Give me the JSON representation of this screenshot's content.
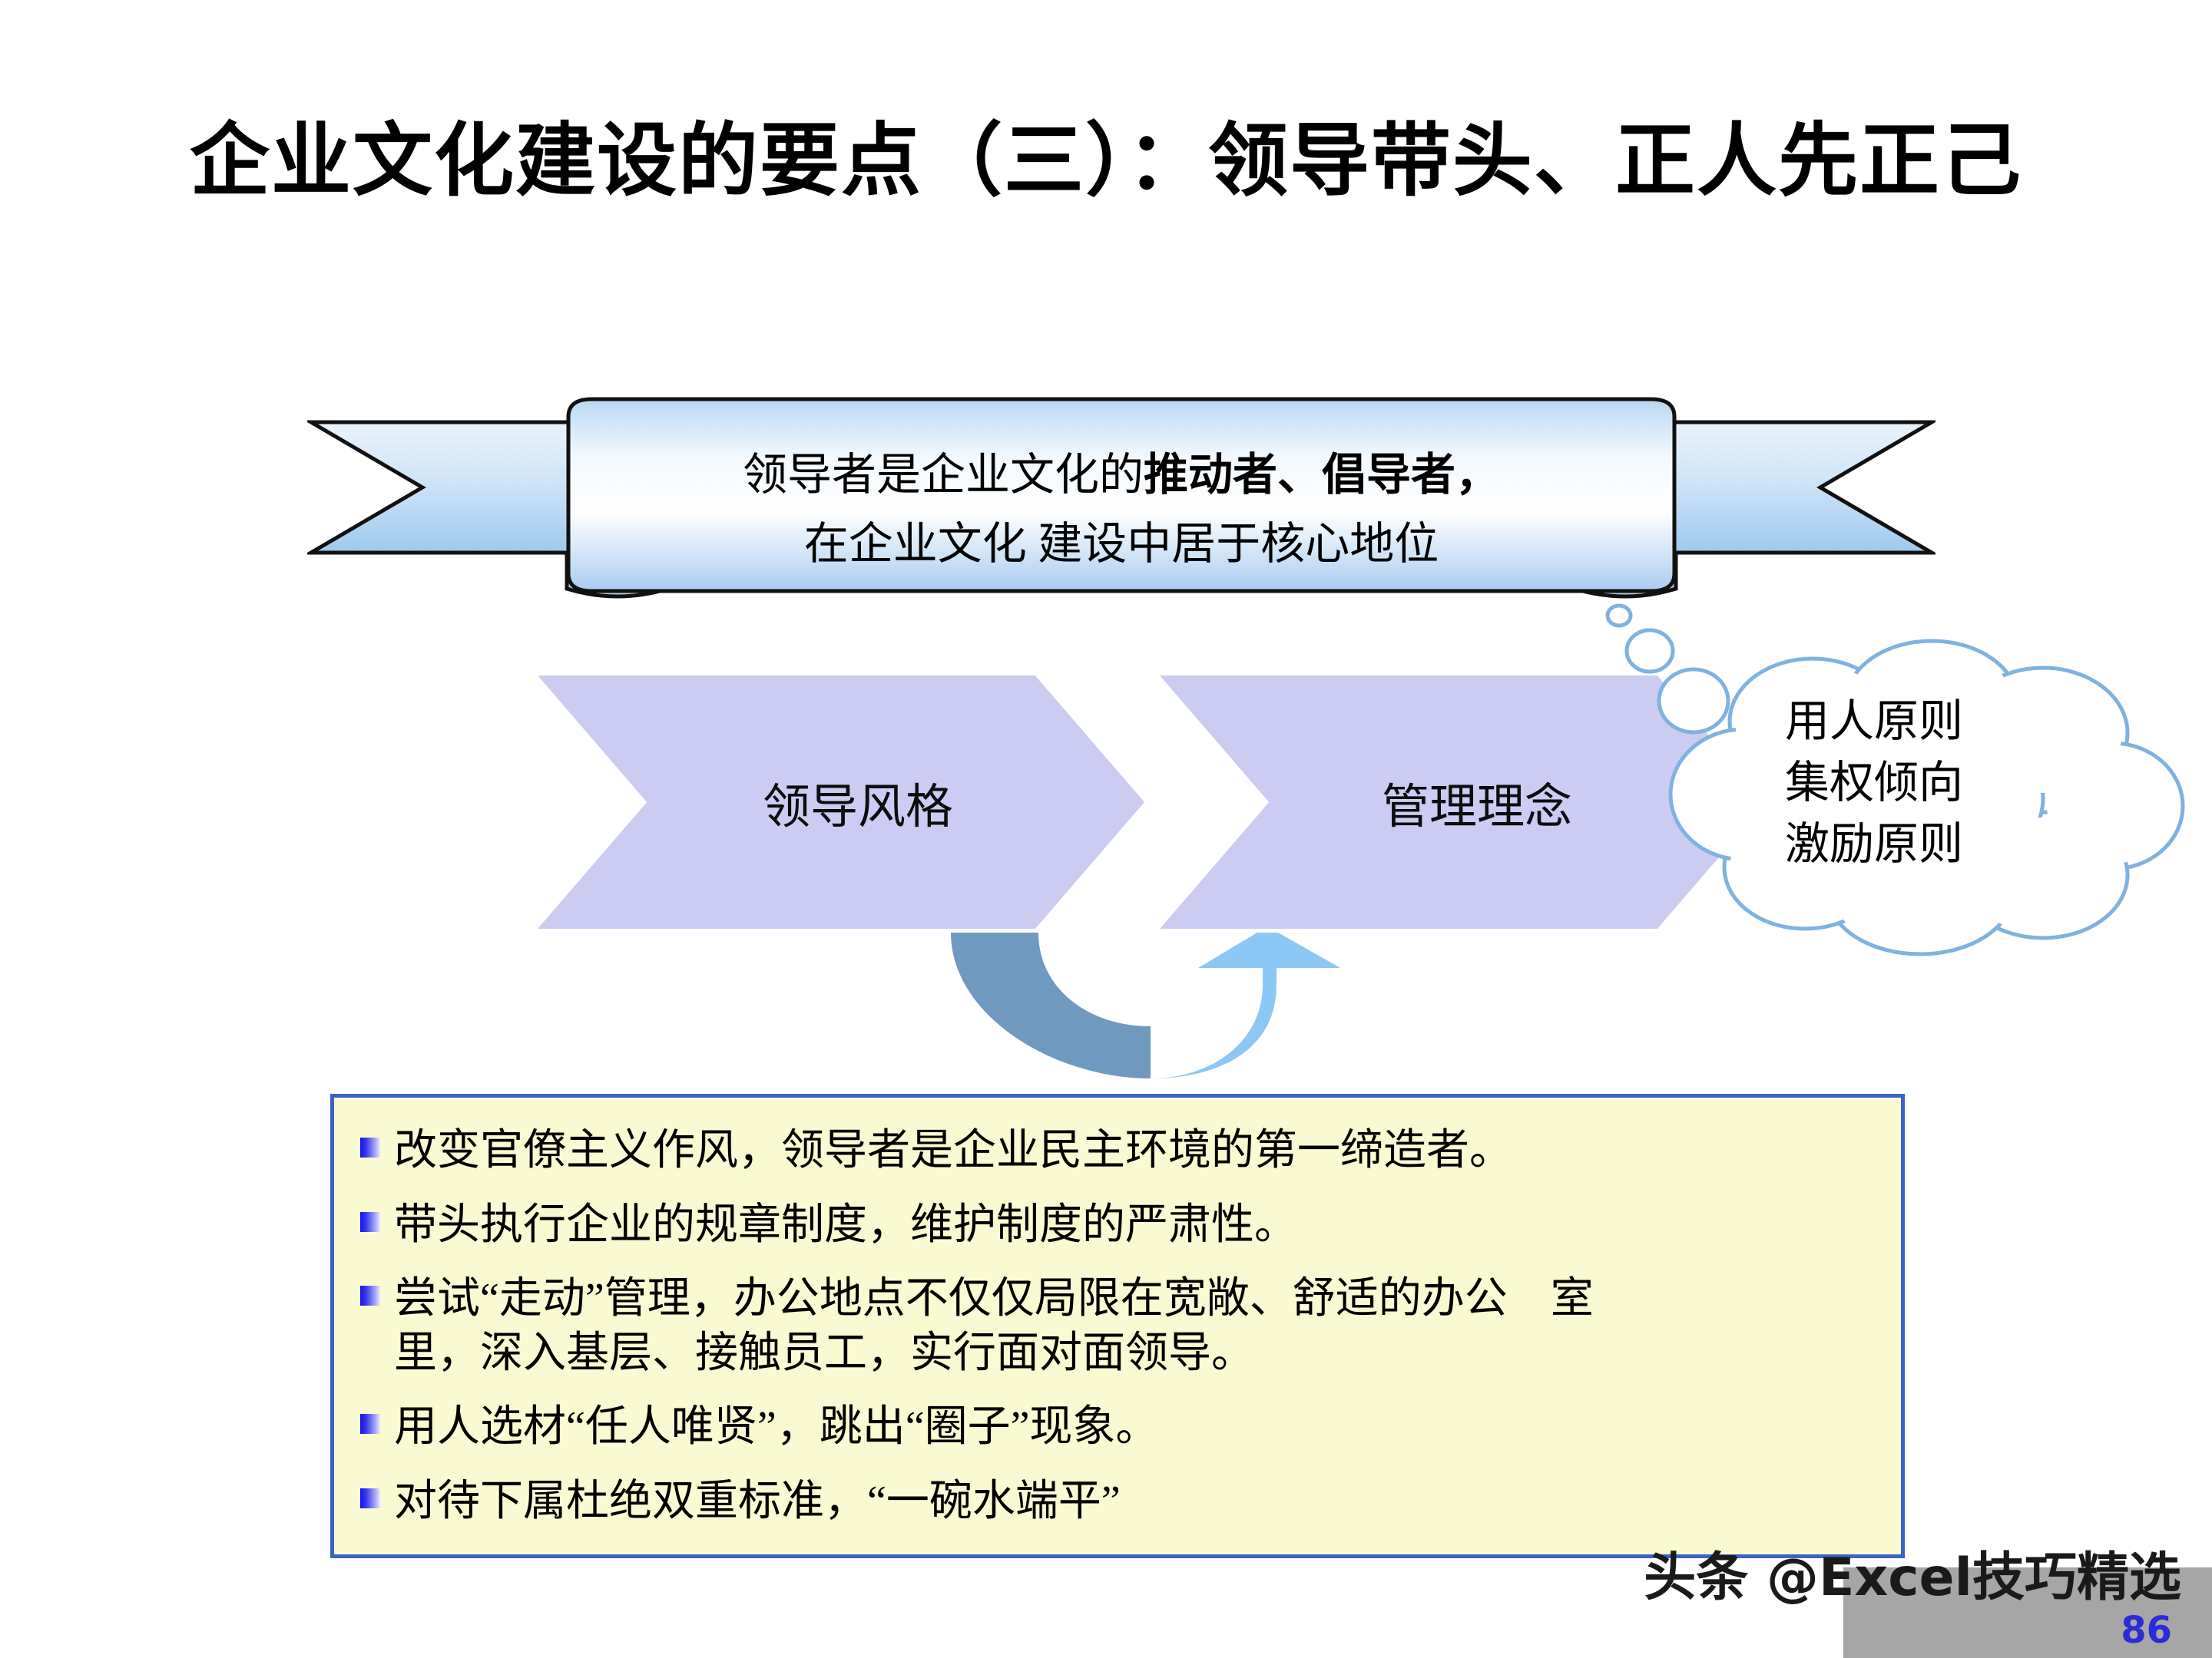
{
  "slide": {
    "title": "企业文化建设的要点（三）：领导带头、正人先正己",
    "page_number": "86",
    "watermark": "头条 @Excel技巧精选"
  },
  "banner": {
    "line1_prefix": "领导者是企业文化的",
    "line1_bold": "推动者、倡导者，",
    "line2": "在企业文化 建设中居于核心地位"
  },
  "chevrons": [
    {
      "label": "领导风格"
    },
    {
      "label": "管理理念"
    }
  ],
  "cloud": {
    "lines": [
      "用人原则",
      "集权倾向",
      "激励原则"
    ]
  },
  "bullets": [
    {
      "lines": [
        "改变官僚主义作风，领导者是企业民主环境的第一缔造者。"
      ]
    },
    {
      "lines": [
        "带头执行企业的规章制度，维护制度的严肃性。"
      ]
    },
    {
      "lines": [
        "尝试“走动”管理，办公地点不仅仅局限在宽敞、舒适的办公　室",
        "里，深入基层、接触员工，实行面对面领导。"
      ]
    },
    {
      "lines": [
        "用人选材“任人唯贤”，跳出“圈子”现象。"
      ]
    },
    {
      "lines": [
        "对待下属杜绝双重标准，“一碗水端平”"
      ]
    }
  ],
  "colors": {
    "ribbon_light": "#ffffff",
    "ribbon_blue": "#8cbdea",
    "chevron_fill": "#ccccf2",
    "panel_fill": "#fafad2",
    "panel_border": "#3b63c4",
    "cloud_stroke": "#7fb2e0",
    "arrow_dark": "#7099bf",
    "arrow_light": "#8cc8f5",
    "bullet_marker": "#1414e6",
    "page_number": "#2b2bd8",
    "gray_box": "#a6a6a6"
  }
}
